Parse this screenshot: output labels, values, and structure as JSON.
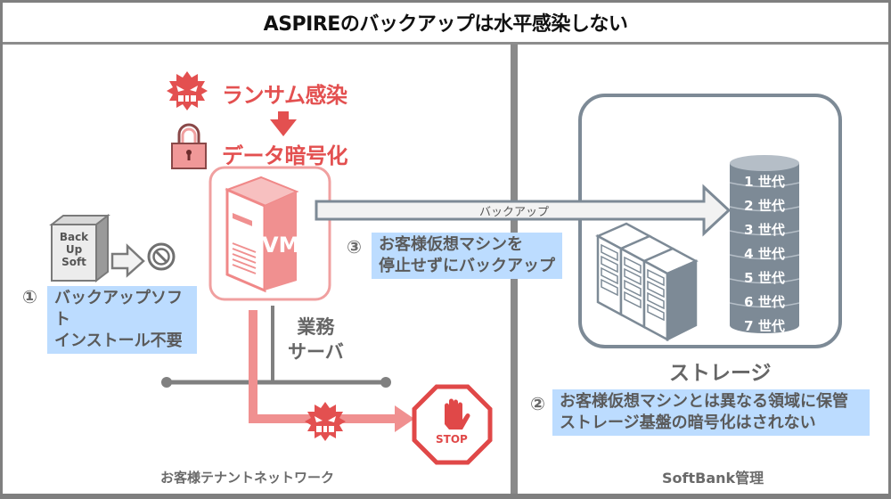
{
  "title": "ASPIREのバックアップは水平感染しない",
  "left_panel": {
    "ransomware_label": "ランサム感染",
    "encryption_label": "データ暗号化",
    "vm_label": "VM",
    "server_label_line1": "業務",
    "server_label_line2": "サーバ",
    "backup_soft_label_lines": [
      "Back",
      "Up",
      "Soft"
    ],
    "note1_number": "①",
    "note1_lines": [
      "バックアップソフト",
      "インストール不要"
    ],
    "stop_label": "STOP",
    "network_label": "お客様テナントネットワーク"
  },
  "backup_arrow": {
    "label": "バックアップ",
    "note3_number": "③",
    "note3_lines": [
      "お客様仮想マシンを",
      "停止せずにバックアップ"
    ]
  },
  "right_panel": {
    "generations": [
      "1 世代",
      "2 世代",
      "3 世代",
      "4 世代",
      "5 世代",
      "6 世代",
      "7 世代"
    ],
    "storage_label": "ストレージ",
    "note2_number": "②",
    "note2_lines": [
      "お客様仮想マシンとは異なる領域に保管",
      "ストレージ基盤の暗号化はされない"
    ],
    "managed_label": "SoftBank管理"
  },
  "colors": {
    "danger_red": "#e35050",
    "vm_pink": "#f0a0a0",
    "storage_gray": "#7d8a96",
    "highlight_blue": "#bcdcff"
  }
}
